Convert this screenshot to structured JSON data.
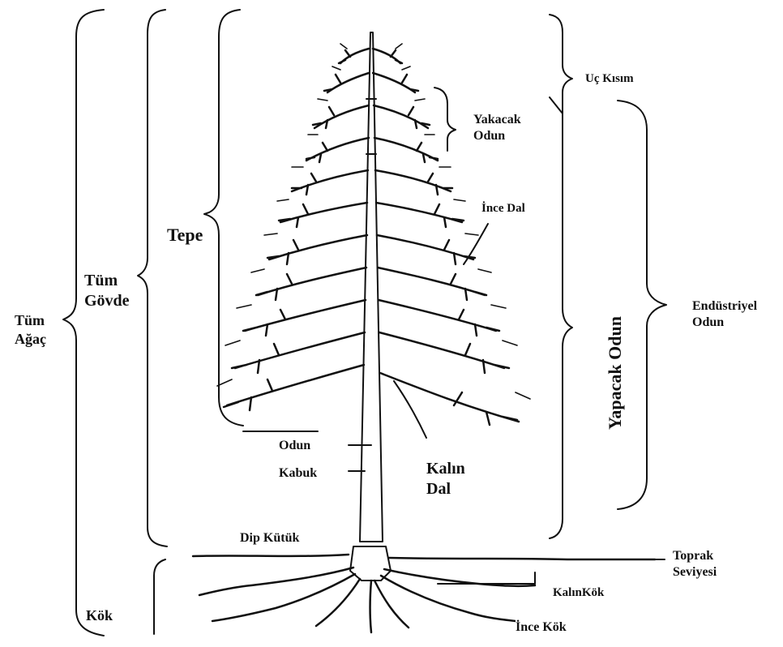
{
  "labels": {
    "uc_kisim": "Uç Kısım",
    "yakacak_odun": "Yakacak\nOdun",
    "ince_dal": "İnce Dal",
    "tepe": "Tepe",
    "tum_govde": "Tüm\nGövde",
    "tum_agac": "Tüm\nAğaç",
    "endustriyel_odun": "Endüstriyel\nOdun",
    "yapacak_odun": "Yapacak Odun",
    "odun": "Odun",
    "kabuk": "Kabuk",
    "kalin_dal": "Kalın\nDal",
    "dip_kutuk": "Dip Kütük",
    "toprak_seviyesi": "Toprak\nSeviyesi",
    "kalin_kok": "KalınKök",
    "kok": "Kök",
    "ince_kok": "İnce Kök"
  },
  "colors": {
    "ink": "#111111",
    "background": "#ffffff"
  }
}
